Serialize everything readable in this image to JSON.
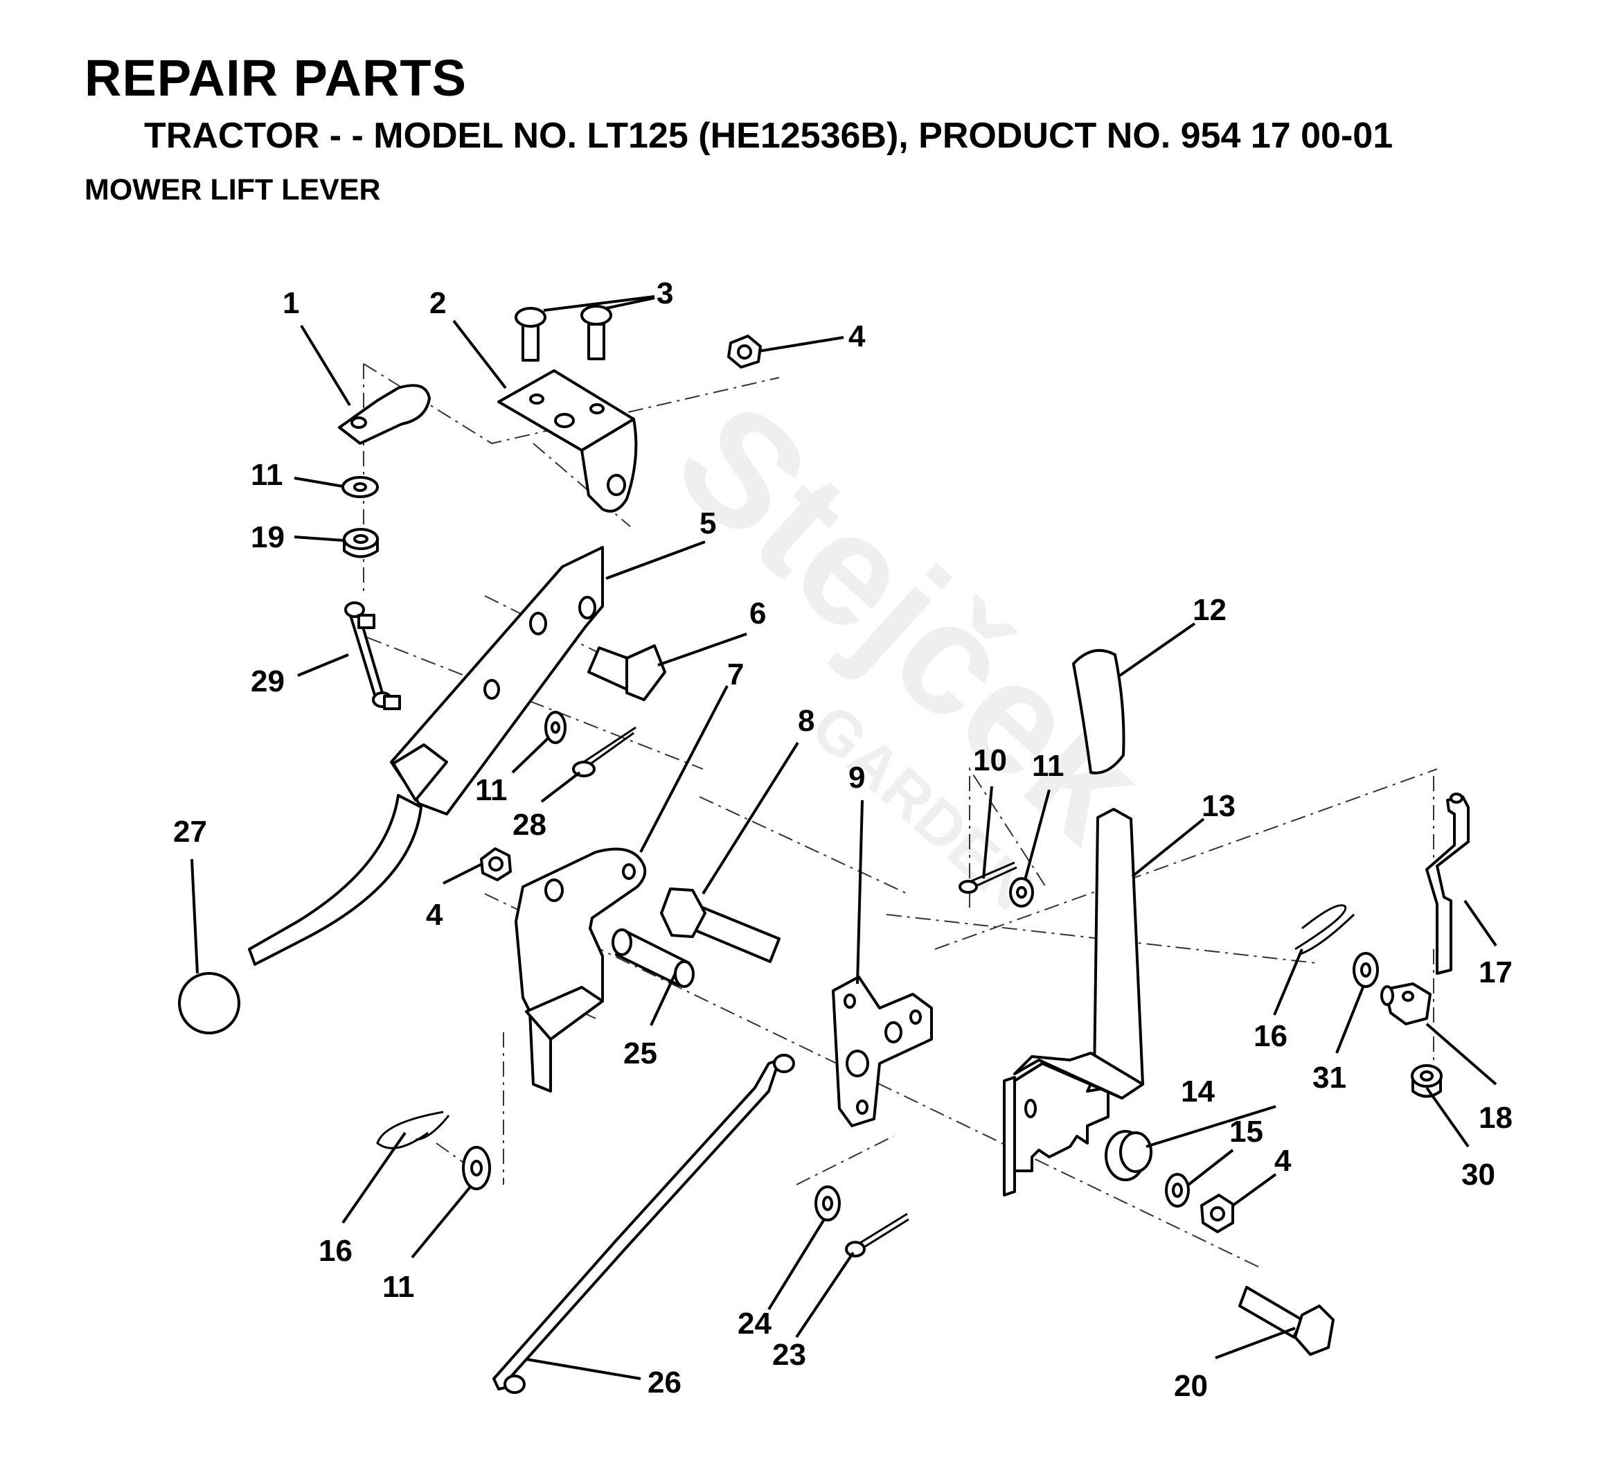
{
  "header": {
    "title": "REPAIR PARTS",
    "subtitle": "TRACTOR - - MODEL NO. LT125 (HE12536B),  PRODUCT NO. 954 17 00-01",
    "section": "MOWER LIFT LEVER"
  },
  "watermark": {
    "brand": "Stejček",
    "tagline": "GARDEN"
  },
  "callouts": {
    "c1": "1",
    "c2": "2",
    "c3": "3",
    "c4a": "4",
    "c4b": "4",
    "c4c": "4",
    "c5": "5",
    "c6": "6",
    "c7": "7",
    "c8": "8",
    "c9": "9",
    "c10": "10",
    "c11a": "11",
    "c11b": "11",
    "c11c": "11",
    "c11d": "11",
    "c12": "12",
    "c13": "13",
    "c14": "14",
    "c15": "15",
    "c16a": "16",
    "c16b": "16",
    "c17": "17",
    "c18": "18",
    "c19": "19",
    "c20": "20",
    "c23": "23",
    "c24": "24",
    "c25": "25",
    "c26": "26",
    "c27": "27",
    "c28": "28",
    "c29": "29",
    "c30": "30",
    "c31": "31"
  }
}
